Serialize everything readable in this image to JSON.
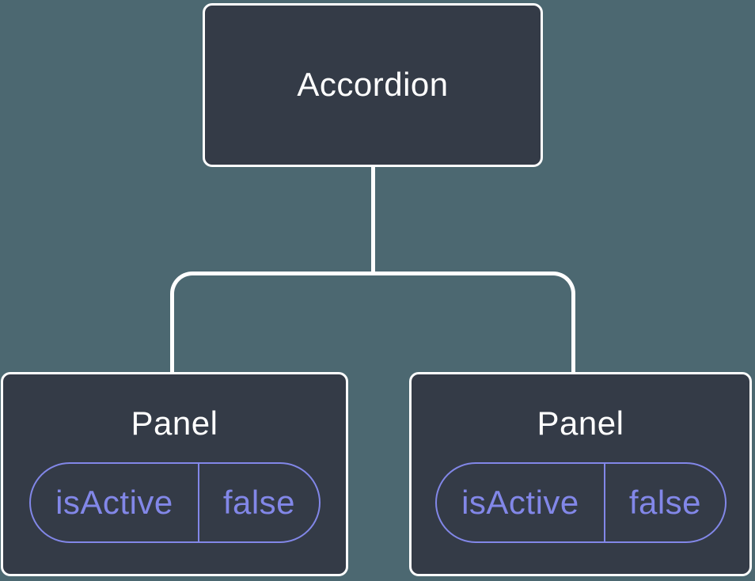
{
  "colors": {
    "background": "#4c6871",
    "node_fill": "#343b47",
    "node_border": "#ffffff",
    "title_text": "#ffffff",
    "state_accent": "#8287e8"
  },
  "tree": {
    "root": {
      "label": "Accordion"
    },
    "children": [
      {
        "label": "Panel",
        "state": {
          "key": "isActive",
          "value": "false"
        }
      },
      {
        "label": "Panel",
        "state": {
          "key": "isActive",
          "value": "false"
        }
      }
    ]
  }
}
